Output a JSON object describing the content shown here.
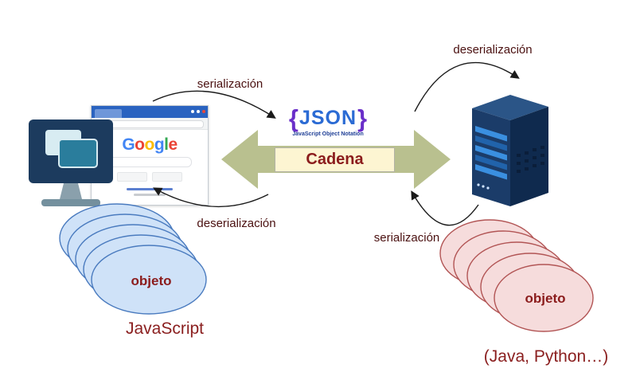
{
  "arrows": {
    "top_left": "serialización",
    "bottom_left": "deserialización",
    "top_right": "deserialización",
    "bottom_right": "serialización"
  },
  "json_logo": {
    "brace_left": "{",
    "name": "JSON",
    "brace_right": "}",
    "subtitle": "JavaScript Object Notation"
  },
  "cadena_label": "Cadena",
  "client": {
    "object_label": "objeto",
    "caption": "JavaScript",
    "browser_logo_letters": [
      {
        "ch": "G",
        "color": "#4285F4"
      },
      {
        "ch": "o",
        "color": "#EA4335"
      },
      {
        "ch": "o",
        "color": "#FBBC05"
      },
      {
        "ch": "g",
        "color": "#4285F4"
      },
      {
        "ch": "l",
        "color": "#34A853"
      },
      {
        "ch": "e",
        "color": "#EA4335"
      }
    ]
  },
  "server": {
    "object_label": "objeto",
    "caption": "(Java, Python…)"
  },
  "colors": {
    "maroon_text": "#8b1c1c",
    "arrow_label_text": "#4a1010",
    "double_arrow_fill": "#b9c08f",
    "cadena_bg": "#fdf5d2",
    "json_blue": "#2b6bd4",
    "brace_purple": "#6a2fc9",
    "client_ellipse_fill": "#cfe2f8",
    "client_ellipse_stroke": "#4a7bbf",
    "server_ellipse_fill": "#f6dcdc",
    "server_ellipse_stroke": "#b25555",
    "monitor_body": "#1c3b5e",
    "server_body": "#1b3c69"
  }
}
